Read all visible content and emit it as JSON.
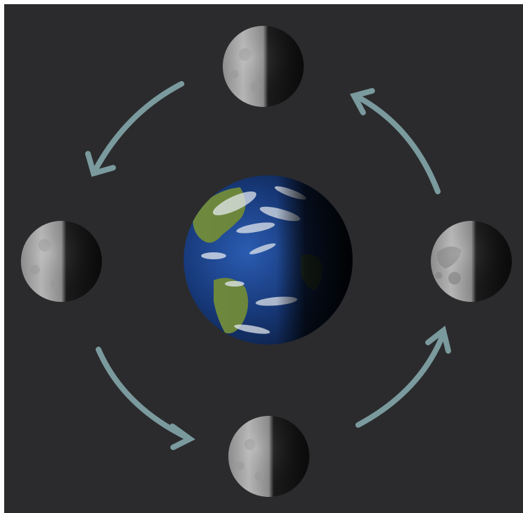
{
  "scene": {
    "background": "#2b2b2d",
    "arrow_color": "#7a9a9e",
    "earth": {
      "ocean": "#1d3f8a",
      "land": "#6f8a3e",
      "clouds": "#e8eef5"
    },
    "moon": {
      "lit": "#b9b9b9",
      "dark": "#0c0c0c"
    },
    "moons": [
      {
        "position": "top",
        "lit_side": "left"
      },
      {
        "position": "left",
        "lit_side": "left"
      },
      {
        "position": "right",
        "lit_side": "left"
      },
      {
        "position": "bottom",
        "lit_side": "left"
      }
    ],
    "arrows": [
      {
        "from": "top",
        "to": "left",
        "direction": "counter-clockwise"
      },
      {
        "from": "left",
        "to": "bottom",
        "direction": "counter-clockwise"
      },
      {
        "from": "bottom",
        "to": "right",
        "direction": "counter-clockwise"
      },
      {
        "from": "right",
        "to": "top",
        "direction": "counter-clockwise"
      }
    ]
  }
}
